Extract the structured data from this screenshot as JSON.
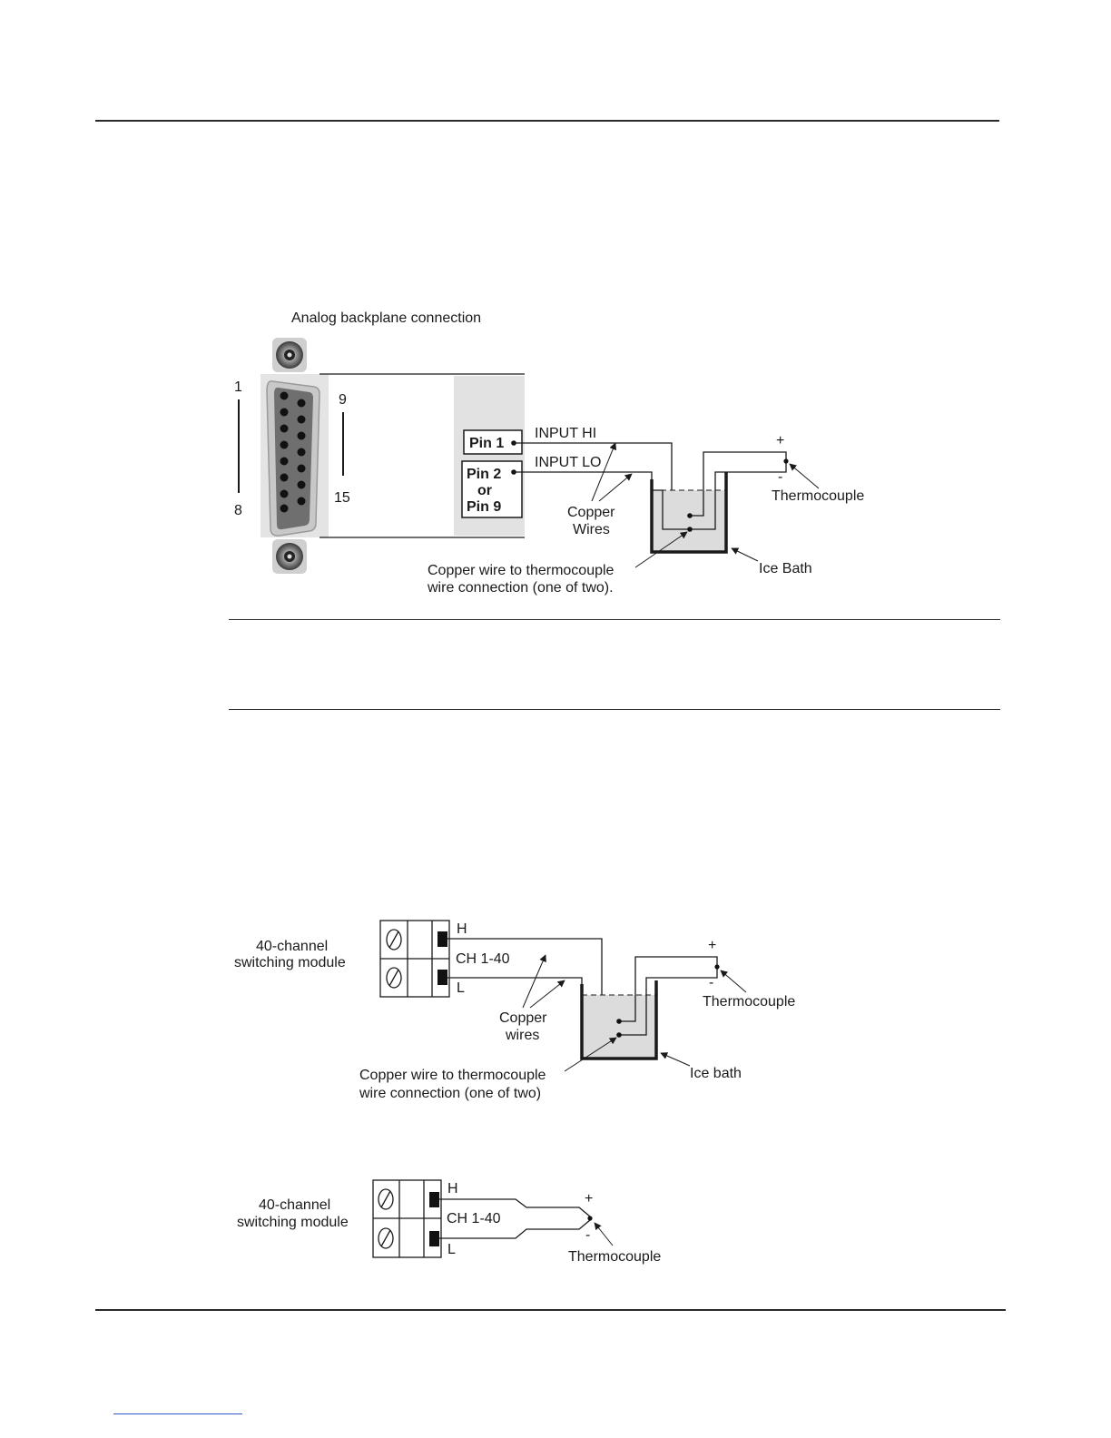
{
  "figure1": {
    "title": "Analog backplane connection",
    "pin_numbers": [
      "1",
      "8",
      "9",
      "15"
    ],
    "pin1_label": "Pin 1",
    "pin2_lines": [
      "Pin 2",
      "or",
      "Pin 9"
    ],
    "input_hi": "INPUT HI",
    "input_lo": "INPUT LO",
    "copper_wires": [
      "Copper",
      "Wires"
    ],
    "plus": "+",
    "minus": "-",
    "thermocouple": "Thermocouple",
    "ice_bath": "Ice Bath",
    "connection_note": [
      "Copper wire to thermocouple",
      "wire connection (one of two)."
    ]
  },
  "figure2": {
    "module_label": [
      "40-channel",
      "switching module"
    ],
    "h": "H",
    "l": "L",
    "channel": "CH 1-40",
    "copper_wires": [
      "Copper",
      "wires"
    ],
    "plus": "+",
    "minus": "-",
    "thermocouple": "Thermocouple",
    "ice_bath": "Ice bath",
    "connection_note": [
      "Copper wire to thermocouple",
      "wire connection (one of two)"
    ]
  },
  "figure3": {
    "module_label": [
      "40-channel",
      "switching module"
    ],
    "h": "H",
    "l": "L",
    "channel": "CH 1-40",
    "plus": "+",
    "minus": "-",
    "thermocouple": "Thermocouple"
  }
}
